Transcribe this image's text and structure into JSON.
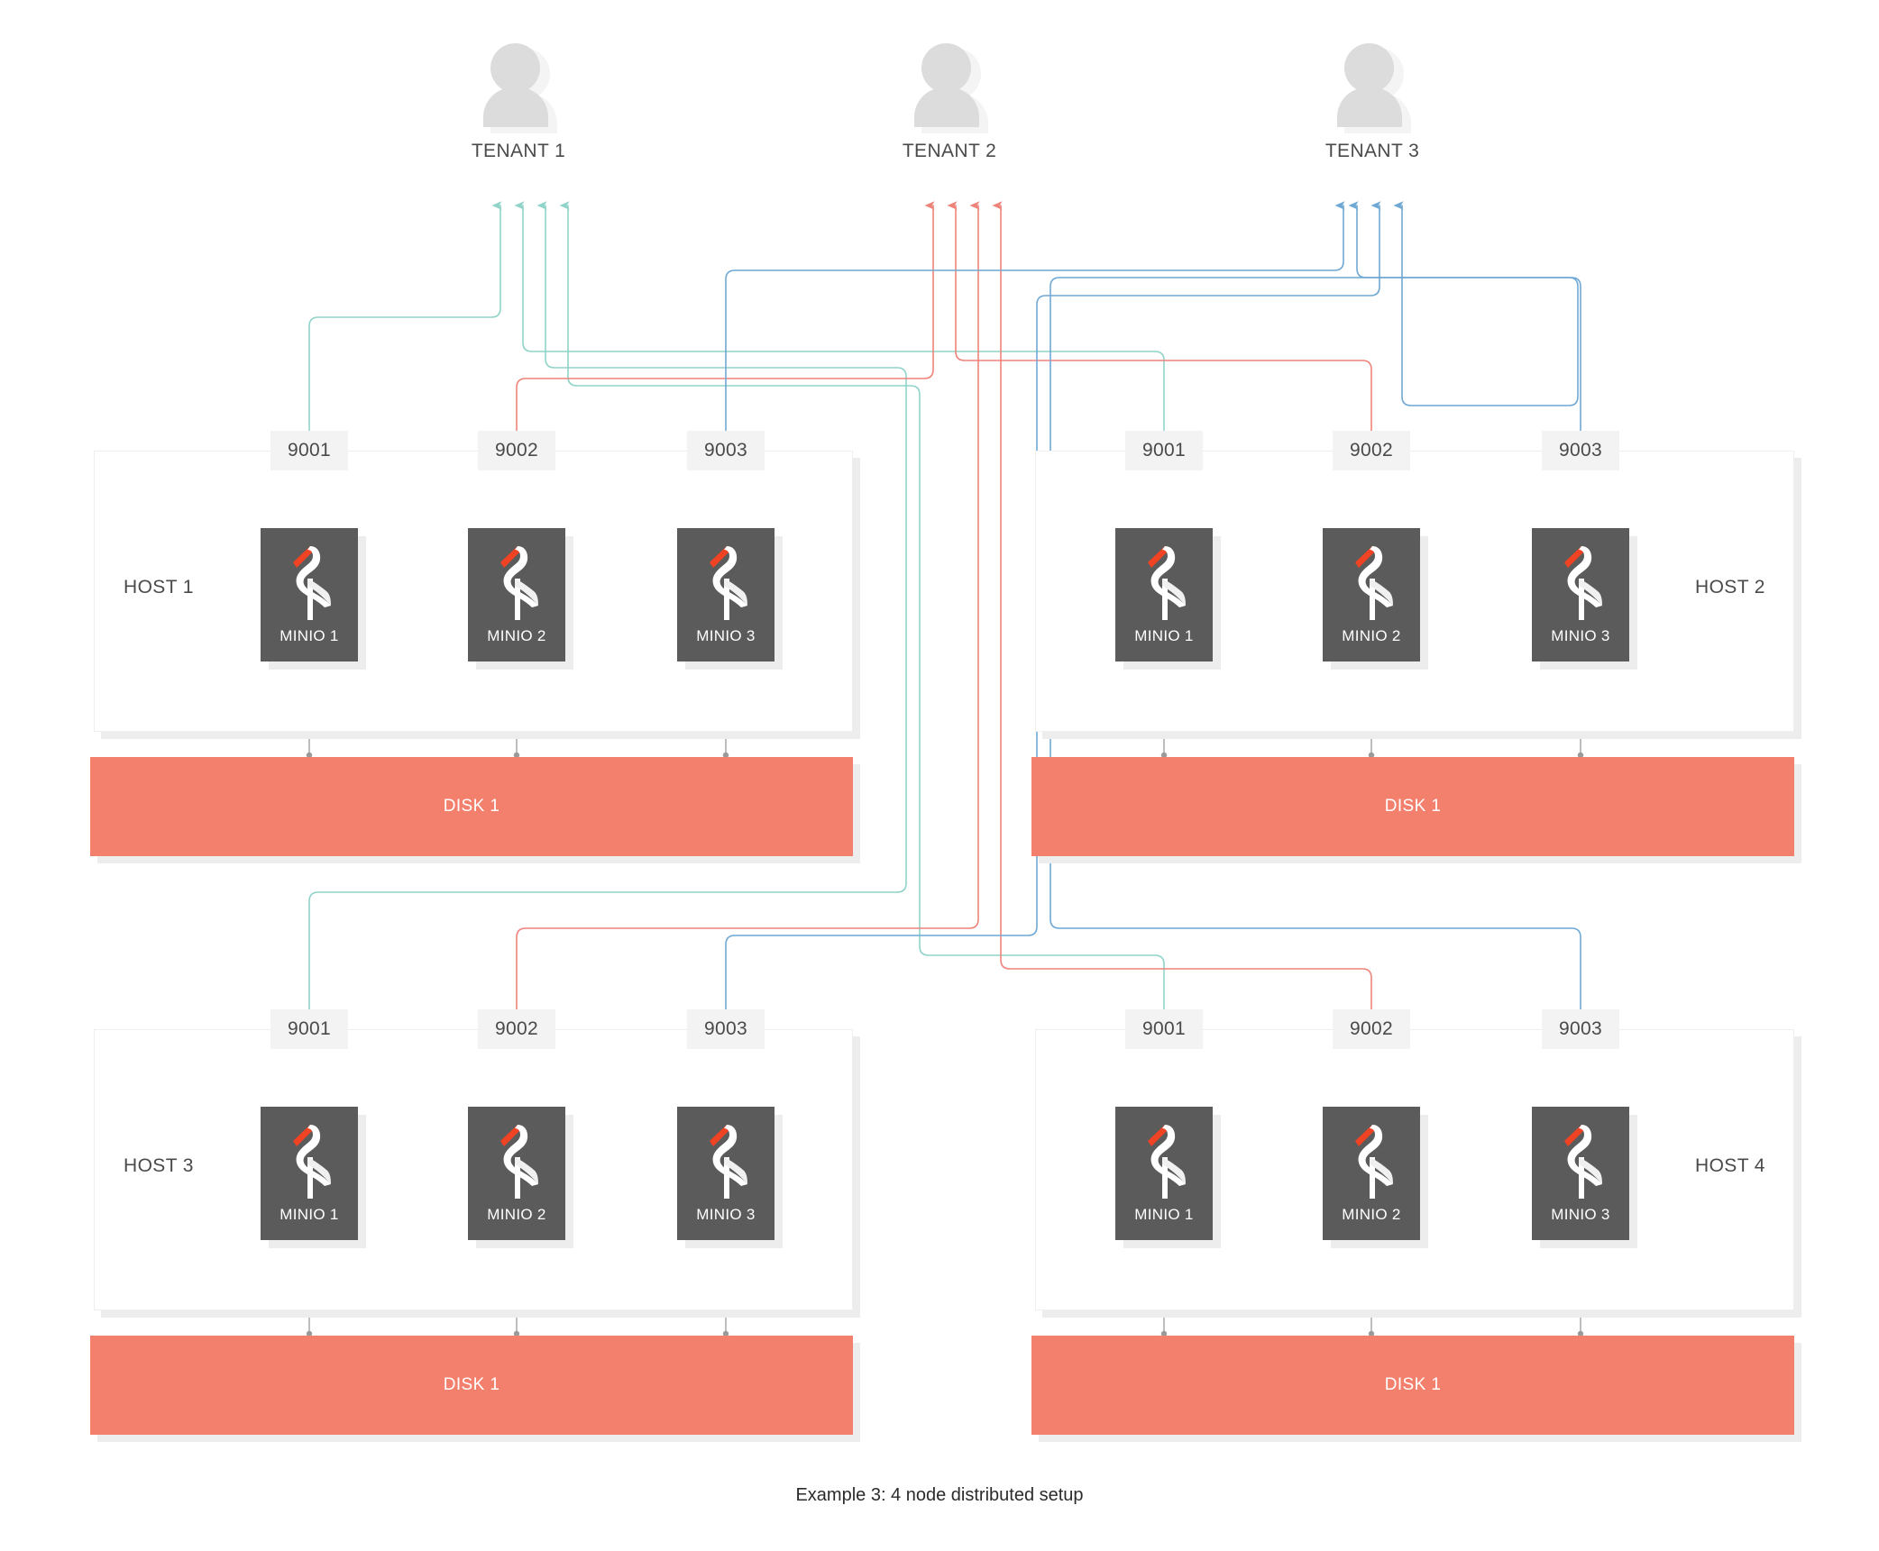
{
  "diagram": {
    "caption": "Example 3: 4 node distributed setup",
    "colors": {
      "tenant1_line": "#8fd3c9",
      "tenant2_line": "#ee8379",
      "tenant3_line": "#6fa8d4",
      "disk_fill": "#f3806d",
      "node_fill": "#5b5b5b",
      "node_text": "#ffffff",
      "panel_border": "#efefef",
      "badge_fill": "#f3f3f3",
      "shadow": "#ededed",
      "avatar_fill": "#dcdcdc",
      "text": "#4a4a4a",
      "disk_link": "#9a9a9a",
      "logo_beak": "#ef4323",
      "logo_body": "#ffffff"
    },
    "tenants": [
      {
        "id": "tenant-1",
        "label": "TENANT 1",
        "color": "#8fd3c9",
        "port": "9001"
      },
      {
        "id": "tenant-2",
        "label": "TENANT 2",
        "color": "#ee8379",
        "port": "9002"
      },
      {
        "id": "tenant-3",
        "label": "TENANT 3",
        "color": "#6fa8d4",
        "port": "9003"
      }
    ],
    "hosts": [
      {
        "id": "host-1",
        "label": "HOST 1",
        "label_side": "left",
        "disk": "DISK 1",
        "nodes": [
          {
            "port": "9001",
            "name": "MINIO 1",
            "tenant": "TENANT 1",
            "color": "#8fd3c9"
          },
          {
            "port": "9002",
            "name": "MINIO 2",
            "tenant": "TENANT 2",
            "color": "#ee8379"
          },
          {
            "port": "9003",
            "name": "MINIO 3",
            "tenant": "TENANT 3",
            "color": "#6fa8d4"
          }
        ]
      },
      {
        "id": "host-2",
        "label": "HOST 2",
        "label_side": "right",
        "disk": "DISK 1",
        "nodes": [
          {
            "port": "9001",
            "name": "MINIO 1",
            "tenant": "TENANT 1",
            "color": "#8fd3c9"
          },
          {
            "port": "9002",
            "name": "MINIO 2",
            "tenant": "TENANT 2",
            "color": "#ee8379"
          },
          {
            "port": "9003",
            "name": "MINIO 3",
            "tenant": "TENANT 3",
            "color": "#6fa8d4"
          }
        ]
      },
      {
        "id": "host-3",
        "label": "HOST 3",
        "label_side": "left",
        "disk": "DISK 1",
        "nodes": [
          {
            "port": "9001",
            "name": "MINIO 1",
            "tenant": "TENANT 1",
            "color": "#8fd3c9"
          },
          {
            "port": "9002",
            "name": "MINIO 2",
            "tenant": "TENANT 2",
            "color": "#ee8379"
          },
          {
            "port": "9003",
            "name": "MINIO 3",
            "tenant": "TENANT 3",
            "color": "#6fa8d4"
          }
        ]
      },
      {
        "id": "host-4",
        "label": "HOST 4",
        "label_side": "right",
        "disk": "DISK 1",
        "nodes": [
          {
            "port": "9001",
            "name": "MINIO 1",
            "tenant": "TENANT 1",
            "color": "#8fd3c9"
          },
          {
            "port": "9002",
            "name": "MINIO 2",
            "tenant": "TENANT 2",
            "color": "#ee8379"
          },
          {
            "port": "9003",
            "name": "MINIO 3",
            "tenant": "TENANT 3",
            "color": "#6fa8d4"
          }
        ]
      }
    ]
  }
}
